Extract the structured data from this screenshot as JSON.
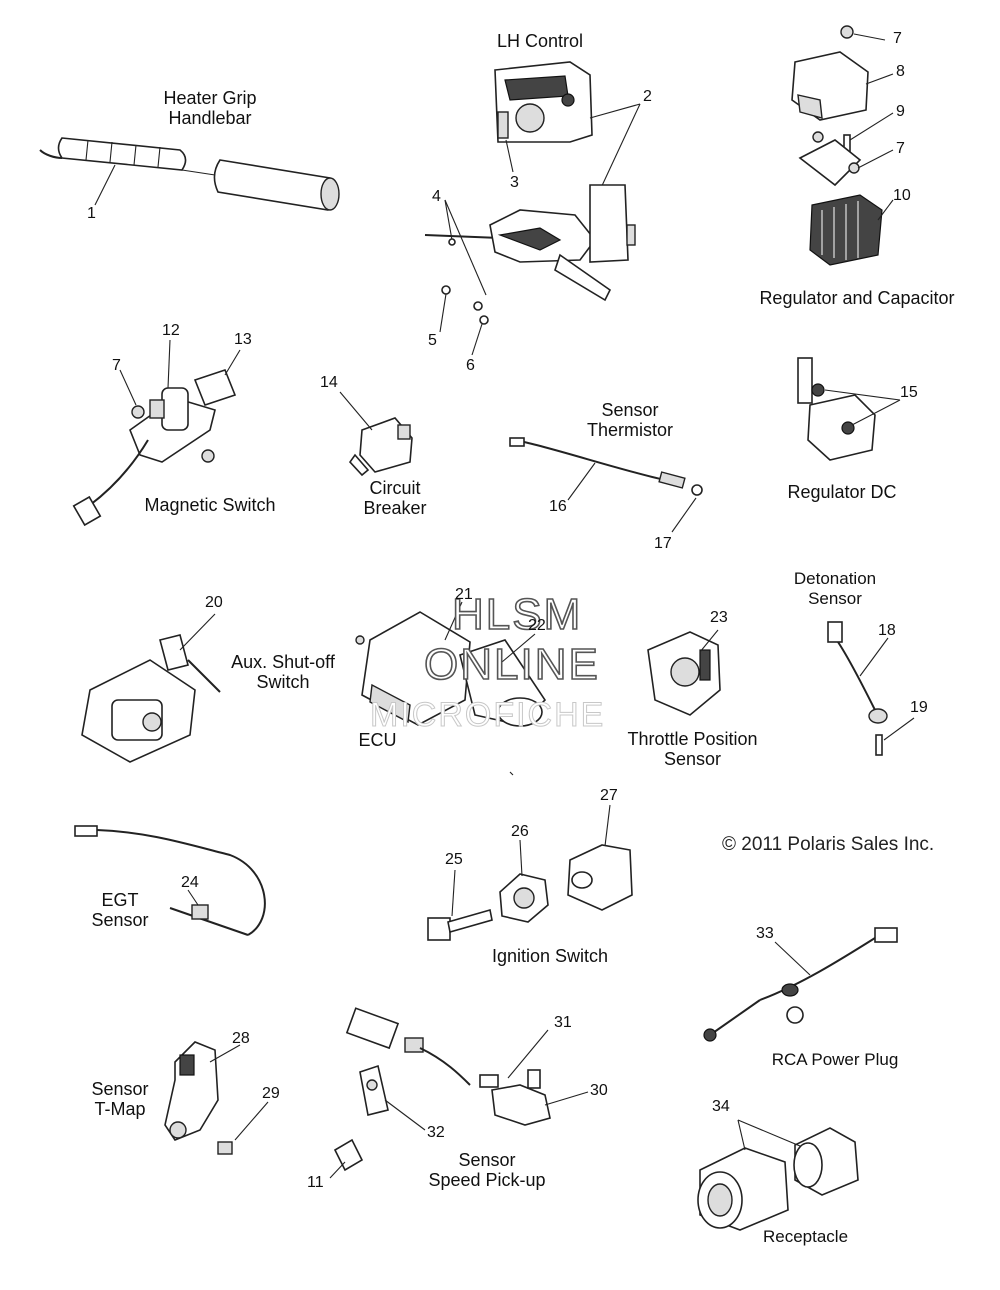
{
  "watermark": {
    "line1": "HLSM",
    "line2": "ONLINE",
    "line3": "MICROFICHE"
  },
  "copyright": "© 2011 Polaris Sales Inc.",
  "captions": {
    "heater_grip": [
      "Heater Grip",
      "Handlebar"
    ],
    "lh_control": [
      "LH Control"
    ],
    "regulator_capacitor": [
      "Regulator and Capacitor"
    ],
    "magnetic_switch": [
      "Magnetic Switch"
    ],
    "circuit_breaker": [
      "Circuit",
      "Breaker"
    ],
    "sensor_thermistor": [
      "Sensor",
      "Thermistor"
    ],
    "regulator_dc": [
      "Regulator DC"
    ],
    "detonation_sensor": [
      "Detonation",
      "Sensor"
    ],
    "aux_shutoff": [
      "Aux. Shut-off",
      "Switch"
    ],
    "ecu": [
      "ECU"
    ],
    "throttle_position": [
      "Throttle Position",
      "Sensor"
    ],
    "egt_sensor": [
      "EGT",
      "Sensor"
    ],
    "ignition_switch": [
      "Ignition Switch"
    ],
    "rca_power_plug": [
      "RCA Power Plug"
    ],
    "sensor_tmap": [
      "Sensor",
      "T-Map"
    ],
    "sensor_speed": [
      "Sensor",
      "Speed Pick-up"
    ],
    "receptacle": [
      "Receptacle"
    ]
  },
  "callouts": [
    "1",
    "2",
    "3",
    "4",
    "5",
    "6",
    "7",
    "8",
    "9",
    "7",
    "10",
    "12",
    "13",
    "7",
    "14",
    "15",
    "16",
    "17",
    "18",
    "19",
    "20",
    "21",
    "22",
    "23",
    "24",
    "25",
    "26",
    "27",
    "28",
    "29",
    "30",
    "31",
    "32",
    "11",
    "33",
    "34"
  ]
}
